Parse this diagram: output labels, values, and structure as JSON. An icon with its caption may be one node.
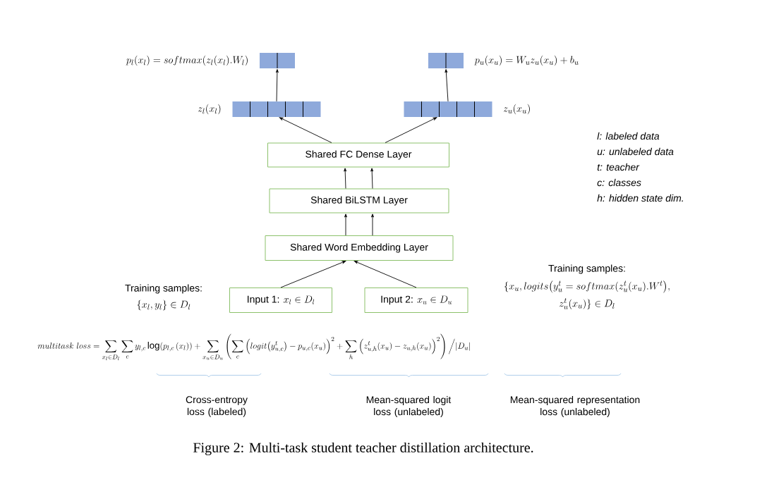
{
  "diagram": {
    "caption": "Figure 2: Multi-task student teacher distillation architecture.",
    "nodes": [
      {
        "text": [],
        "shape": "bar",
        "beside": [
          "p_l(x_l) = softmax(z_l(x_l).W_l)"
        ]
      },
      {
        "text": [],
        "shape": "bar",
        "beside": [
          "p_u(x_u) = W_u z_u(x_u) + b_u"
        ]
      },
      {
        "text": [],
        "shape": "bar",
        "beside": [
          "z_l(x_l)"
        ]
      },
      {
        "text": [],
        "shape": "bar",
        "beside": [
          "z_u(x_u)"
        ]
      },
      {
        "text": [
          "Shared FC Dense Layer"
        ]
      },
      {
        "text": [
          "Shared BiLSTM Layer"
        ]
      },
      {
        "text": [
          "Shared Word Embedding Layer"
        ]
      },
      {
        "text": [
          "\\text{Input 1: } x_l \\in D_l"
        ]
      },
      {
        "text": [
          "\\text{Input 2: } x_u \\in D_u"
        ]
      }
    ],
    "edges": [
      {
        "from": 2,
        "to": 0,
        "arrow": "to"
      },
      {
        "from": 3,
        "to": 1,
        "arrow": "to"
      },
      {
        "from": 4,
        "to": 2,
        "arrow": "to"
      },
      {
        "from": 4,
        "to": 3,
        "arrow": "to"
      },
      {
        "from": 5,
        "to": 4,
        "arrow": "to"
      },
      {
        "from": 5,
        "to": 4,
        "arrow": "to"
      },
      {
        "from": 6,
        "to": 5,
        "arrow": "to"
      },
      {
        "from": 6,
        "to": 5,
        "arrow": "to"
      },
      {
        "from": 7,
        "to": 6,
        "arrow": "to"
      },
      {
        "from": 8,
        "to": 6,
        "arrow": "to"
      }
    ],
    "labels": [
      "Training samples:",
      "\\{x_l, y_l\\} \\in D_l",
      "Training samples:",
      "\\{x_u, logits\\big(y_u^t = softmax(z_u^t(x_u).W^t\\big),",
      "z_u^t(x_u)\\} \\in D_l",
      "l: labeled data",
      "u: unlabeled data",
      "t: teacher",
      "c: classes",
      "h: hidden state dim.",
      "multitask\\ loss = \\sum_{x_l \\in D_l} \\sum_c y_{l,c} \\log(p_{l,c}\\,(x_l)) + \\sum_{x_u \\in D_u} \\left( \\sum_c \\Big(logit\\big(y_{u,c}^t\\big) - p_{u,c}(x_u)\\Big)^2 + \\sum_h \\Big(z_{u,h}^t(x_u) - z_{u,h}(x_u)\\Big)^2 \\right) \\Big/ |D_u|",
      "Cross-entropy loss (labeled)",
      "Mean-squared logit loss (unlabeled)",
      "Mean-squared representation loss (unlabeled)"
    ]
  }
}
